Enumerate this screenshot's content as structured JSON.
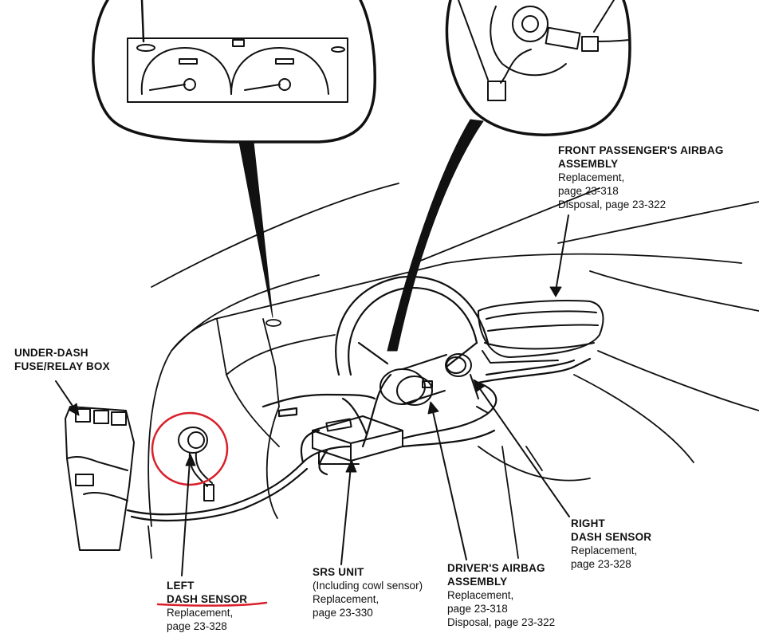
{
  "labels": {
    "fuse_box": {
      "title_1": "UNDER-DASH",
      "title_2": "FUSE/RELAY BOX"
    },
    "front_passenger_airbag": {
      "title_1": "FRONT PASSENGER'S AIRBAG",
      "title_2": "ASSEMBLY",
      "line_1": "Replacement,",
      "line_2": "page 23-318",
      "line_3": "Disposal, page 23-322"
    },
    "left_dash_sensor": {
      "title_1": "LEFT",
      "title_2": "DASH SENSOR",
      "line_1": "Replacement,",
      "line_2": "page 23-328"
    },
    "srs_unit": {
      "title_1": "SRS UNIT",
      "line_1": "(Including cowl sensor)",
      "line_2": "Replacement,",
      "line_3": "page 23-330"
    },
    "driver_airbag": {
      "title_1": "DRIVER'S AIRBAG",
      "title_2": "ASSEMBLY",
      "line_1": "Replacement,",
      "line_2": "page 23-318",
      "line_3": "Disposal, page 23-322"
    },
    "right_dash_sensor": {
      "title_1": "RIGHT",
      "title_2": "DASH SENSOR",
      "line_1": "Replacement,",
      "line_2": "page 23-328"
    }
  },
  "colors": {
    "ink": "#111111",
    "highlight": "#d9202b",
    "paper": "#ffffff"
  }
}
